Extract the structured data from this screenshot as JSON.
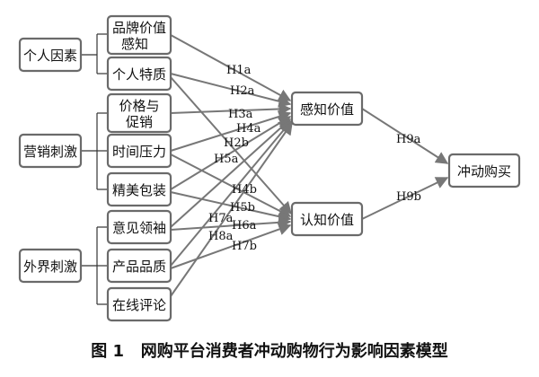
{
  "nodes": {
    "geren_yinsu": "个人因素",
    "pinpai_jiazhi": [
      "品牌价值",
      "感知"
    ],
    "geren_tezhi": "个人特质",
    "yingxiao_ciji": "营销刺激",
    "jiage_cuxiao": [
      "价格与",
      "促销"
    ],
    "shijian_yali": "时间压力",
    "jingmei_baozhuang": "精美包装",
    "waijie_ciji": "外界刺激",
    "yijian_lingxiu": "意见领袖",
    "chanpin_pinzhi": "产品品质",
    "zaixian_pinglun": "在线评论",
    "ganzhi_jiazhi": "感知价值",
    "renzhi_jiazhi": "认知价值",
    "chongdong_goumai": "冲动购买"
  },
  "hypotheses": {
    "H1a": "H1a",
    "H2a": "H2a",
    "H3a": "H3a",
    "H4a": "H4a",
    "H2b": "H2b",
    "H5a": "H5a",
    "H4b": "H4b",
    "H5b": "H5b",
    "H7a": "H7a",
    "H6a": "H6a",
    "H8a": "H8a",
    "H7b": "H7b",
    "H9a": "H9a",
    "H9b": "H9b"
  },
  "caption": "图 1   网购平台消费者冲动购物行为影响因素模型",
  "colors": {
    "edge": "#777777",
    "box_border": "#6a6a6a"
  }
}
